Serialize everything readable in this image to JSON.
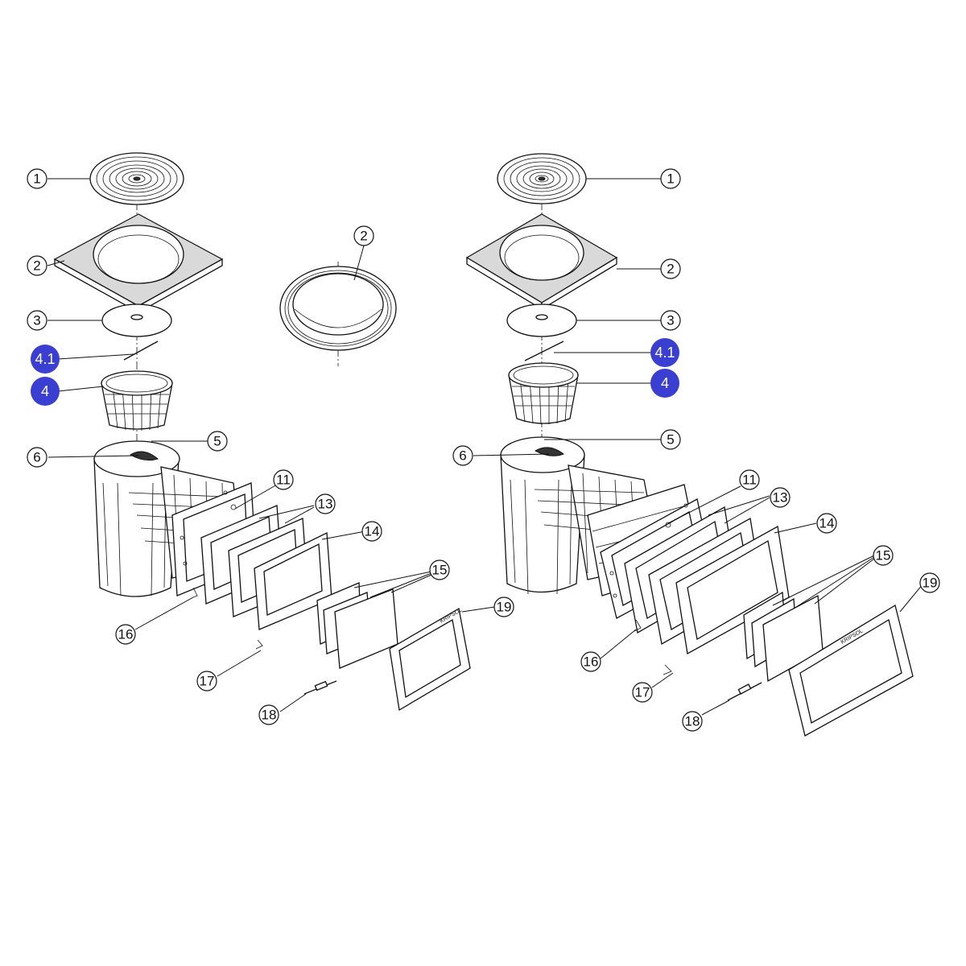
{
  "colors": {
    "highlight": "#3a3fd1",
    "line": "#111111",
    "background": "#ffffff"
  },
  "left_view": {
    "callouts": [
      {
        "id": "1",
        "label": "1"
      },
      {
        "id": "2",
        "label": "2"
      },
      {
        "id": "3",
        "label": "3"
      },
      {
        "id": "4.1",
        "label": "4.1",
        "highlighted": true
      },
      {
        "id": "4",
        "label": "4",
        "highlighted": true
      },
      {
        "id": "5",
        "label": "5"
      },
      {
        "id": "6",
        "label": "6"
      },
      {
        "id": "11",
        "label": "11"
      },
      {
        "id": "13",
        "label": "13"
      },
      {
        "id": "14",
        "label": "14"
      },
      {
        "id": "15",
        "label": "15"
      },
      {
        "id": "16",
        "label": "16"
      },
      {
        "id": "17",
        "label": "17"
      },
      {
        "id": "18",
        "label": "18"
      },
      {
        "id": "19",
        "label": "19"
      }
    ]
  },
  "middle_view": {
    "callouts": [
      {
        "id": "2",
        "label": "2"
      }
    ]
  },
  "right_view": {
    "callouts": [
      {
        "id": "1",
        "label": "1"
      },
      {
        "id": "2",
        "label": "2"
      },
      {
        "id": "3",
        "label": "3"
      },
      {
        "id": "4.1",
        "label": "4.1",
        "highlighted": true
      },
      {
        "id": "4",
        "label": "4",
        "highlighted": true
      },
      {
        "id": "5",
        "label": "5"
      },
      {
        "id": "6",
        "label": "6"
      },
      {
        "id": "11",
        "label": "11"
      },
      {
        "id": "13",
        "label": "13"
      },
      {
        "id": "14",
        "label": "14"
      },
      {
        "id": "15",
        "label": "15"
      },
      {
        "id": "16",
        "label": "16"
      },
      {
        "id": "17",
        "label": "17"
      },
      {
        "id": "18",
        "label": "18"
      },
      {
        "id": "19",
        "label": "19"
      }
    ]
  }
}
